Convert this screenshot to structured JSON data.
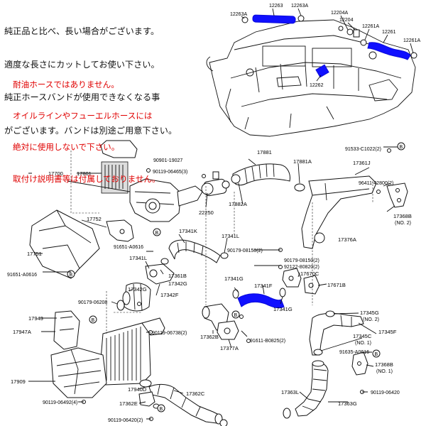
{
  "notes": {
    "black_lines": [
      "純正品と比べ、長い場合がございます。",
      "適度な長さにカットしてお使い下さい。",
      "純正ホースバンドが使用できなくなる事",
      "がございます。バンドは別途ご用意下さい。"
    ],
    "red_lines": [
      "耐油ホースではありません。",
      "オイルラインやフューエルホースには",
      "絶対に使用しないで下さい。",
      "取付け説明書等は付属しておりません。"
    ]
  },
  "part_labels": {
    "p12263": "12263",
    "p12263A_l": "12263A",
    "p12263A_r": "12263A",
    "p12204A": "12204A",
    "p12204": "12204",
    "p12261A": "12261A",
    "p12261": "12261",
    "p12261A_b": "12261A",
    "p12262": "12262",
    "p90901": "90901-19027",
    "p90119_06465": "90119-06465(3)",
    "p17700": "17700",
    "p17801": "17801",
    "p17881": "17881",
    "p17881A": "17881A",
    "p91533": "91533-C1022(2)",
    "p17361J": "17361J",
    "p96411": "96411-42800(2)",
    "p17882A": "17882A",
    "p22250": "22250",
    "p17752": "17752",
    "p17341K": "17341K",
    "p17341L": "17341L",
    "p17368B_top": "17368B",
    "p_no2_top": "(NO. 2)",
    "p17376A": "17376A",
    "p91651_a0616": "91651-A0616",
    "p17751": "17751",
    "p17341L_b": "17341L",
    "p90179_08150": "90179-08150(2)",
    "p90179_08150_b": "90179-08150(2)",
    "p92122": "92122-80820(2)",
    "p17670C": "17670C",
    "p17671B": "17671B",
    "p17361B": "17361B",
    "p17342G_a": "17342G",
    "p91651_a0616_b": "91651-A0616",
    "p17342G_b": "17342G",
    "p17342F": "17342F",
    "p17341G": "17341G",
    "p17341F": "17341F",
    "p17341G_b": "17341G",
    "p90179_06208": "90179-06208",
    "p17943": "17943",
    "p17947A": "17947A",
    "p17362B": "17362B",
    "p17377A": "17377A",
    "p91611": "91611-B0825(2)",
    "p90119_06738": "90119-06738(2)",
    "p17345G": "17345G",
    "p_no2_mid": "(NO. 2)",
    "p17345C": "17345C",
    "p_no1_mid": "(NO. 1)",
    "p17345F": "17345F",
    "p91635": "91635-A0616",
    "p17368B_b": "17368B",
    "p_no1_b": "(NO. 1)",
    "p17909": "17909",
    "p17940D": "17940D",
    "p17362C": "17362C",
    "p17363L": "17363L",
    "p90119_06420_a": "90119-06420",
    "p17363G": "17363G",
    "p90119_06492": "90119-06492(4)",
    "p17362E": "17362E",
    "p90119_06420_b": "90119-06420(2)",
    "ref_b": "B"
  },
  "colors": {
    "highlight": "#1010ff",
    "note_text": "#111111",
    "warning_text": "#e00000"
  }
}
